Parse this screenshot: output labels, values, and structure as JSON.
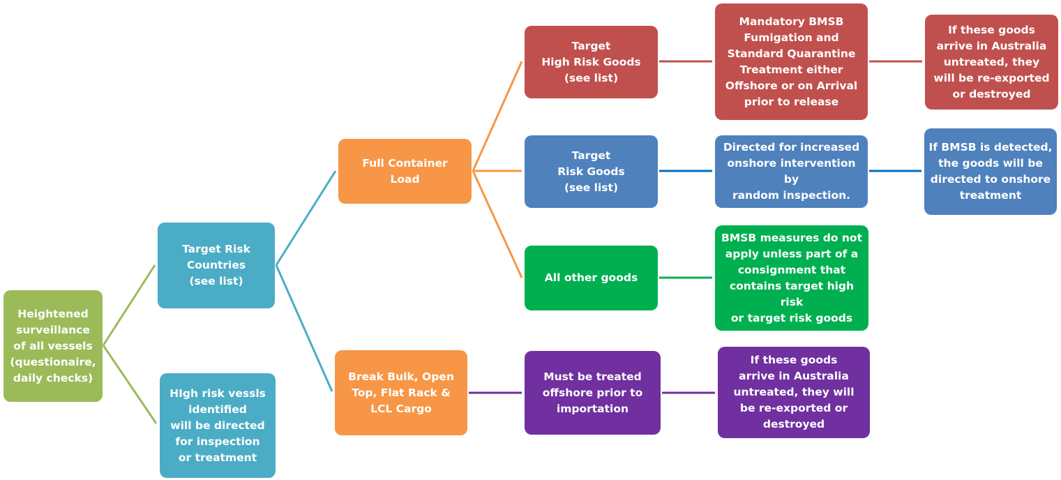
{
  "colors": {
    "green_light": "#9bbb59",
    "teal": "#4bacc6",
    "orange": "#f79646",
    "red": "#c0504d",
    "blue": "#4f81bd",
    "green": "#00b050",
    "purple": "#7030a0",
    "connector_blue": "#0070c0"
  },
  "nodes": {
    "root": "Heightened\nsurveillance\nof all vessels\n(questionaire,\ndaily checks)",
    "countries": "Target Risk\nCountries\n(see list)",
    "vessels": "HIgh risk vessls\nidentified\nwill be directed\nfor inspection\nor treatment",
    "fcl": "Full Container\nLoad",
    "break_bulk": "Break Bulk, Open\nTop, Flat Rack &\nLCL Cargo",
    "high_risk": "Target\nHigh Risk Goods\n(see list)",
    "risk": "Target\nRisk Goods\n(see list)",
    "other": "All other goods",
    "treated": "Must be treated\noffshore prior to\nimportation",
    "mandatory": "Mandatory BMSB\nFumigation and\nStandard Quarantine\nTreatment either\nOffshore or on Arrival\nprior to release",
    "directed": "Directed for increased\nonshore intervention by\nrandom inspection.",
    "bmsb_measures": "BMSB measures do not\napply unless part of a\nconsignment that\ncontains target high risk\nor target risk goods",
    "reexport_purple": "If these goods\narrive in Australia\nuntreated, they will\nbe re-exported or\ndestroyed",
    "reexport_red": "If these goods\narrive in Australia\nuntreated,  they\nwill be re-exported\nor destroyed",
    "detected": "If BMSB is detected,\nthe goods will be\ndirected to onshore\ntreatment"
  }
}
